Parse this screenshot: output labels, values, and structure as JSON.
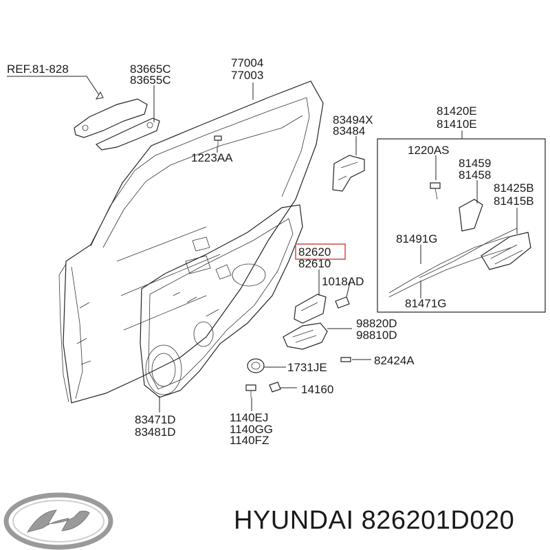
{
  "labels": {
    "ref": "REF.81-828",
    "handle_a": "83665C",
    "handle_b": "83655C",
    "door_a": "77004",
    "door_b": "77003",
    "bolt_1223": "1223AA",
    "hinge_a": "83494X",
    "hinge_b": "83484",
    "lock_a": "81420E",
    "lock_b": "81410E",
    "screw_1220": "1220AS",
    "rod_a": "81459",
    "rod_b": "81458",
    "latch_a": "81425B",
    "latch_b": "81415B",
    "cable_a": "81491G",
    "cable_b": "81471G",
    "inner_highlight": "82620",
    "inner_b": "82610",
    "bolt_1018": "1018AD",
    "reg_a": "98820D",
    "reg_b": "98810D",
    "grommet": "1731JE",
    "screw_82424": "82424A",
    "plug": "14160",
    "trim_a": "83471D",
    "trim_b": "83481D",
    "clip_a": "1140EJ",
    "clip_b": "1140GG",
    "clip_c": "1140FZ"
  },
  "footer": {
    "brand": "HYUNDAI",
    "part_number": "826201D020",
    "text": "HYUNDAI 826201D020"
  },
  "colors": {
    "highlight_box": "#d9534f",
    "line": "#222222",
    "logo_silver": "#9a9a9a"
  }
}
